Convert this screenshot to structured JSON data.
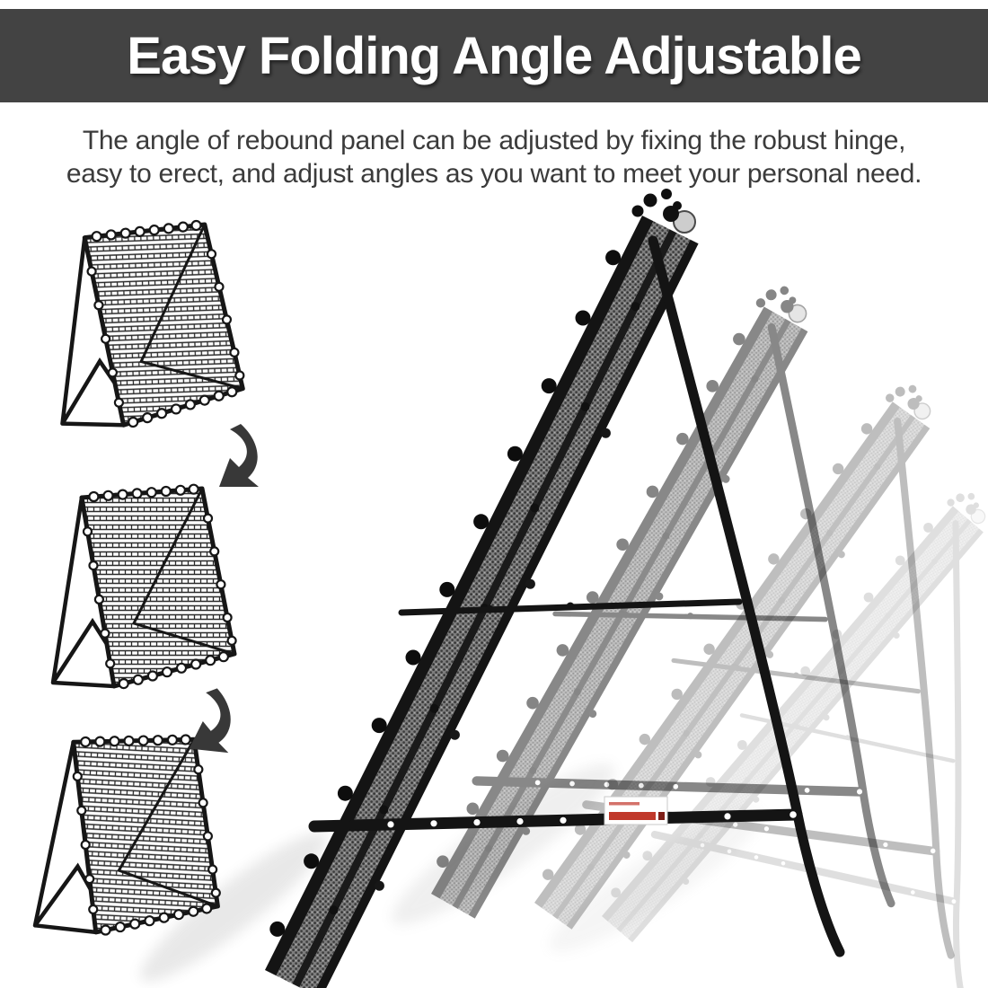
{
  "banner": {
    "title": "Easy Folding Angle Adjustable",
    "background_color": "#434343",
    "text_color": "#ffffff"
  },
  "description": {
    "line1": "The angle of rebound panel can be adjusted by fixing the robust hinge,",
    "line2": "easy to erect, and adjust angles as you want to meet your personal need.",
    "text_color": "#3b3b3b"
  },
  "figure": {
    "fold_step_sketches_count": 3,
    "fold_arrows_count": 2,
    "photo_angle_positions_count": 4,
    "photo_ghost_opacities": [
      1,
      0.5,
      0.27,
      0.13
    ],
    "colors": {
      "frame_black": "#141414",
      "mesh_gray": "#7d7d7d",
      "sketch_line": "#161616",
      "arrow_gray": "#383838",
      "hinge_cap_silver": "#cdcdcd",
      "sticker_white": "#ffffff",
      "sticker_red": "#c0392b",
      "shadow_gray": "#888888"
    }
  }
}
